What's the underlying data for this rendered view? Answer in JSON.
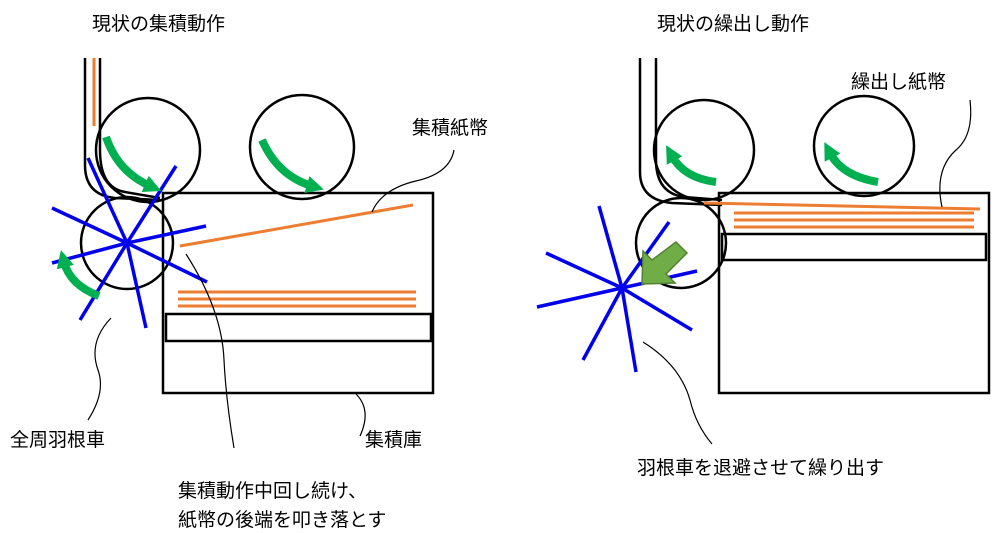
{
  "left_panel": {
    "title": "現状の集積動作",
    "label_stack": "集積紙幣",
    "label_wheel": "全周羽根車",
    "label_store": "集積庫",
    "note_line1": "集積動作中回し続け、",
    "note_line2": "紙幣の後端を叩き落とす"
  },
  "right_panel": {
    "title": "現状の繰出し動作",
    "label_bills": "繰出し紙幣",
    "note": "羽根車を退避させて繰り出す"
  },
  "colors": {
    "outline": "#000000",
    "impeller": "#0000ee",
    "banknote": "#ed7d31",
    "rotation_arrow": "#00b050",
    "retract_arrow": "#70ad47"
  }
}
